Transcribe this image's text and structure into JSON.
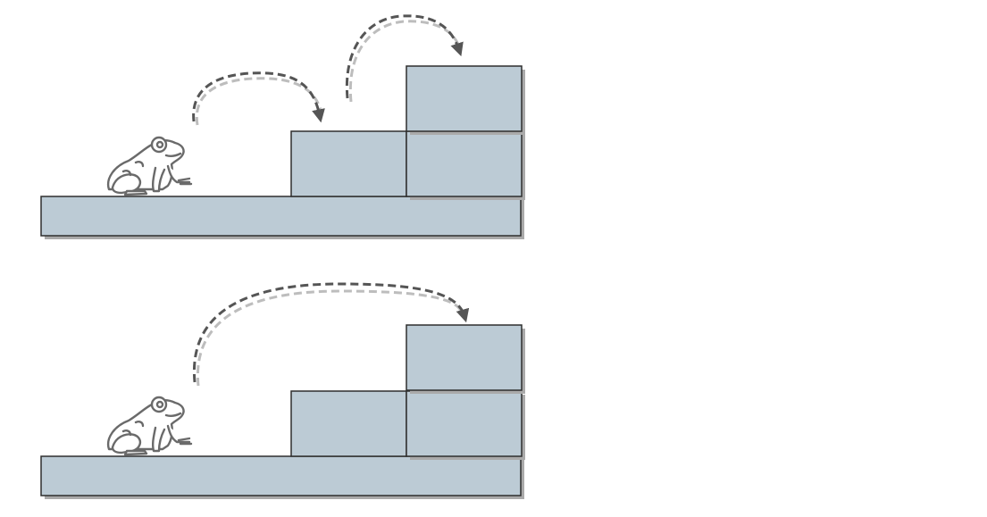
{
  "diagram": {
    "panels": [
      {
        "id": "top",
        "jumps_count": 2,
        "blocks_count": 3
      },
      {
        "id": "bottom",
        "jumps_count": 1,
        "blocks_count": 3
      }
    ],
    "colors": {
      "block_fill": "#bccbd5",
      "block_stroke": "#2e2e2e",
      "shadow": "#aaaaaa",
      "arrow_dark": "#555555",
      "arrow_light": "#bdbdbd",
      "frog_stroke": "#6a6a6a",
      "frog_fill": "#ffffff"
    },
    "icons": {
      "character": "frog-icon",
      "jump": "curved-dashed-arrow-icon"
    }
  }
}
